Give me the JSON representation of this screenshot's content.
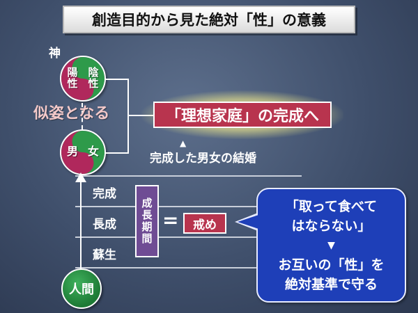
{
  "title": "創造目的から見た絶対「性」の意義",
  "god": {
    "label": "神",
    "yang": "陽性",
    "yin": "陰性"
  },
  "couple": {
    "male": "男",
    "female": "女"
  },
  "becomes_image": "似姿となる",
  "ideal_family": "「理想家庭」の完成へ",
  "marriage": {
    "arrow": "▲",
    "text": "完成した男女の結婚"
  },
  "stages": [
    "完成",
    "長成",
    "蘇生"
  ],
  "growth_period": "成長期間",
  "equals": "=",
  "commandment": "戒め",
  "callout": {
    "line1": "「取って食べて",
    "line2": "はならない」",
    "arrow": "▼",
    "line3": "お互いの「性」を",
    "line4": "絶対基準で守る"
  },
  "human": "人間",
  "colors": {
    "magenta": "#b0285c",
    "green": "#2e9a4a",
    "ideal_box": "#b8344e",
    "growth_period": "#6f4c94",
    "callout": "#1e3fb8"
  }
}
